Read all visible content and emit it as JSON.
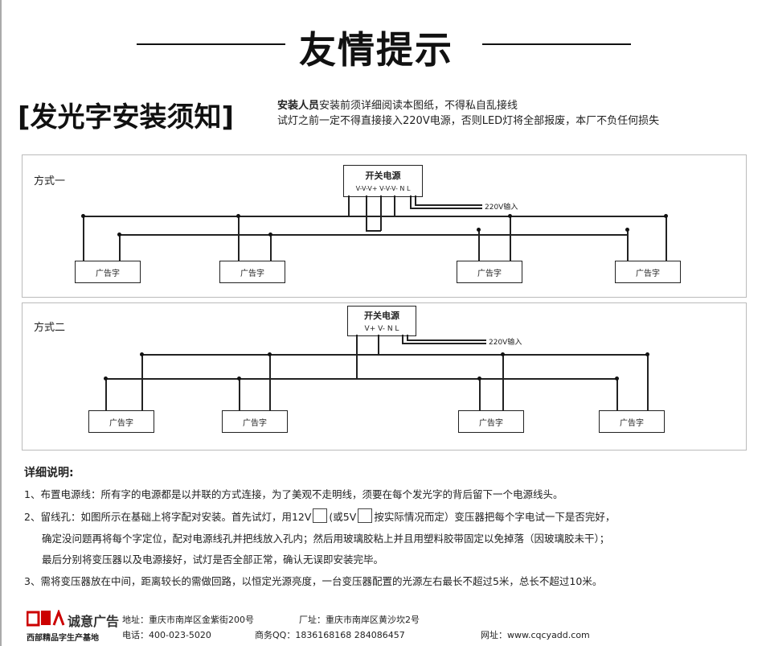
{
  "header": {
    "title": "友情提示"
  },
  "notice": {
    "title": "[发光字安装须知]",
    "line1_bold": "安装人员",
    "line1": "安装前须详细阅读本图纸，不得私自乱接线",
    "line2": "试灯之前一定不得直接接入220V电源，否则LED灯将全部报废，本厂不负任何损失"
  },
  "method1": {
    "label": "方式一",
    "psu": "开关电源",
    "terminals": "V-V-V+  V-V-V-  N L",
    "input": "220V输入",
    "signs": [
      "广告字",
      "广告字",
      "广告字",
      "广告字"
    ]
  },
  "method2": {
    "label": "方式二",
    "psu": "开关电源",
    "terminals": "V+  V-  N L",
    "input": "220V输入",
    "signs": [
      "广告字",
      "广告字",
      "广告字",
      "广告字"
    ]
  },
  "instructions": {
    "title": "详细说明:",
    "item1": "1、布置电源线：所有字的电源都是以并联的方式连接，为了美观不走明线，须要在每个发光字的背后留下一个电源线头。",
    "item2_a": "2、留线孔：如图所示在基础上将字配对安装。首先试灯，用12V",
    "item2_b": "(或5V",
    "item2_c": "按实际情况而定）变压器把每个字电试一下是否完好，",
    "item2_line2": "确定没问题再将每个字定位，配对电源线孔并把线放入孔内；然后用玻璃胶粘上并且用塑料胶带固定以免掉落（因玻璃胶未干）；",
    "item2_line3": "最后分别将变压器以及电源接好，试灯是否全部正常，确认无误即安装完毕。",
    "item3": "3、需将变压器放在中间，距离较长的需做回路，以恒定光源亮度，一台变压器配置的光源左右最长不超过5米，总长不超过10米。"
  },
  "footer": {
    "logo": "诚意广告",
    "tagline": "西部精品字生产基地",
    "address": "地址：重庆市南岸区金紫街200号",
    "factory": "厂址：重庆市南岸区黄沙坎2号",
    "phone": "电话：400-023-5020",
    "qq": "商务QQ：1836168168  284086457",
    "website": "网址：www.cqcyadd.com"
  },
  "colors": {
    "ink": "#111111",
    "logo_red": "#cc0000",
    "panel_border": "#bbbbbb"
  }
}
